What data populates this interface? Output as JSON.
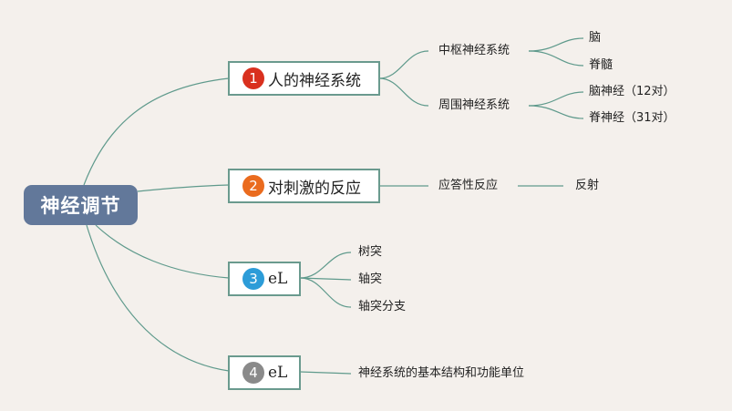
{
  "root": {
    "label": "神经调节"
  },
  "colors": {
    "background": "#f4f0ec",
    "root_fill": "#62789a",
    "connector": "#5f9a8c",
    "badge_1": "#d9301e",
    "badge_2": "#ea6b1e",
    "badge_3": "#2c9cd8",
    "badge_4": "#8a8a8a"
  },
  "branches": [
    {
      "num": "1",
      "label": "人的神经系统",
      "children": [
        {
          "label": "中枢神经系统",
          "children": [
            "脑",
            "脊髓"
          ]
        },
        {
          "label": "周围神经系统",
          "children": [
            "脑神经（12对）",
            "脊神经（31对）"
          ]
        }
      ]
    },
    {
      "num": "2",
      "label": "对刺激的反应",
      "children": [
        {
          "label": "应答性反应",
          "children": [
            "反射"
          ]
        }
      ]
    },
    {
      "num": "3",
      "label": "eL",
      "children": [
        "树突",
        "轴突",
        "轴突分支"
      ]
    },
    {
      "num": "4",
      "label": "eL",
      "children": [
        "神经系统的基本结构和功能单位"
      ]
    }
  ]
}
